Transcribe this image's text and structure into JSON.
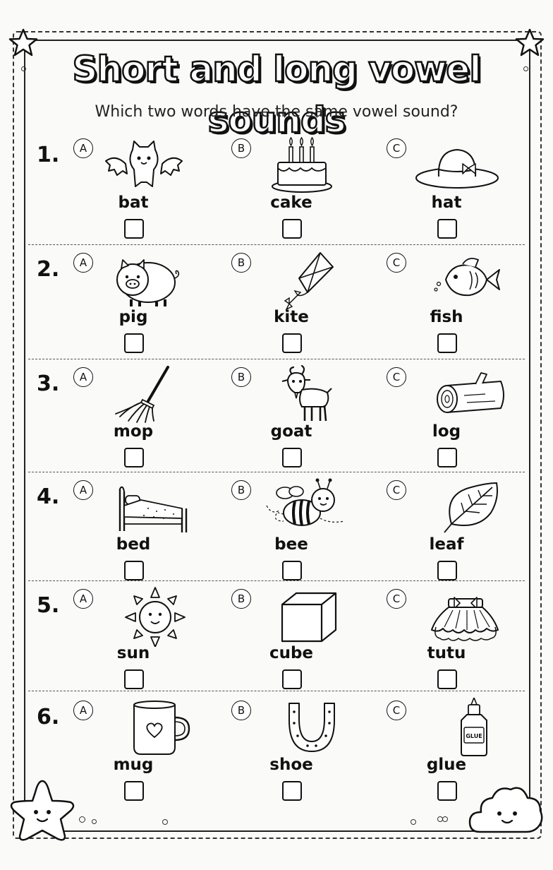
{
  "title": "Short and long vowel sounds",
  "subtitle": "Which two words have the same vowel sound?",
  "questions": [
    {
      "number": "1.",
      "options": [
        {
          "letter": "A",
          "word": "bat",
          "icon": "bat-icon"
        },
        {
          "letter": "B",
          "word": "cake",
          "icon": "cake-icon"
        },
        {
          "letter": "C",
          "word": "hat",
          "icon": "hat-icon"
        }
      ]
    },
    {
      "number": "2.",
      "options": [
        {
          "letter": "A",
          "word": "pig",
          "icon": "pig-icon"
        },
        {
          "letter": "B",
          "word": "kite",
          "icon": "kite-icon"
        },
        {
          "letter": "C",
          "word": "fish",
          "icon": "fish-icon"
        }
      ]
    },
    {
      "number": "3.",
      "options": [
        {
          "letter": "A",
          "word": "mop",
          "icon": "mop-icon"
        },
        {
          "letter": "B",
          "word": "goat",
          "icon": "goat-icon"
        },
        {
          "letter": "C",
          "word": "log",
          "icon": "log-icon"
        }
      ]
    },
    {
      "number": "4.",
      "options": [
        {
          "letter": "A",
          "word": "bed",
          "icon": "bed-icon"
        },
        {
          "letter": "B",
          "word": "bee",
          "icon": "bee-icon"
        },
        {
          "letter": "C",
          "word": "leaf",
          "icon": "leaf-icon"
        }
      ]
    },
    {
      "number": "5.",
      "options": [
        {
          "letter": "A",
          "word": "sun",
          "icon": "sun-icon"
        },
        {
          "letter": "B",
          "word": "cube",
          "icon": "cube-icon"
        },
        {
          "letter": "C",
          "word": "tutu",
          "icon": "tutu-icon"
        }
      ]
    },
    {
      "number": "6.",
      "options": [
        {
          "letter": "A",
          "word": "mug",
          "icon": "mug-icon"
        },
        {
          "letter": "B",
          "word": "shoe",
          "icon": "horseshoe-icon"
        },
        {
          "letter": "C",
          "word": "glue",
          "icon": "glue-icon"
        }
      ]
    }
  ],
  "glue_label": "GLUE",
  "colors": {
    "ink": "#111111",
    "paper": "#fafaf8"
  }
}
